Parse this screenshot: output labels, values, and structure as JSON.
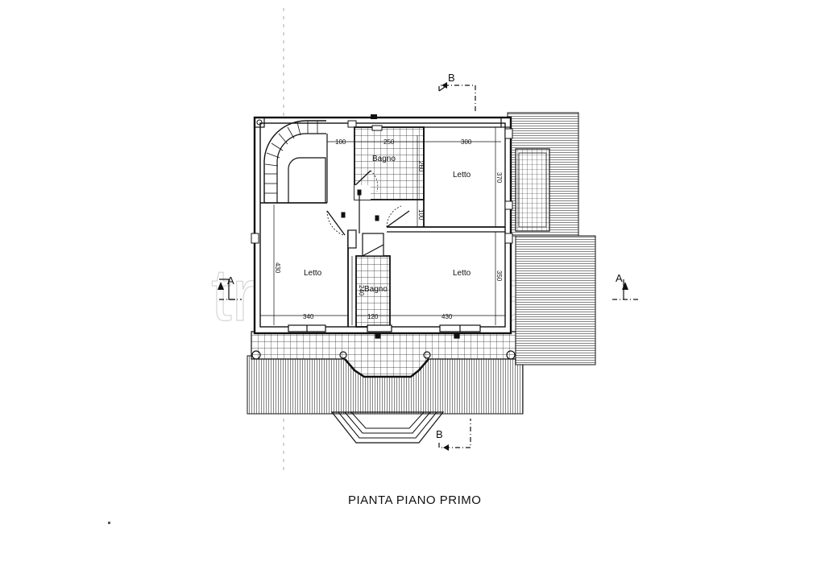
{
  "title": "PIANTA PIANO PRIMO",
  "watermark": "trovacasa",
  "rooms": {
    "bagno_top": "Bagno",
    "letto_top_right": "Letto",
    "letto_left": "Letto",
    "bagno_bottom": "Bagno",
    "letto_bottom_right": "Letto"
  },
  "dimensions": {
    "d100_left": "100",
    "d250": "250",
    "d300": "300",
    "d260": "260",
    "d370": "370",
    "d100_mid": "100",
    "d430_vert": "430",
    "d350": "350",
    "d240": "240",
    "d340": "340",
    "d120": "120",
    "d430_horiz": "430"
  },
  "sections": {
    "a_left": "A",
    "a_right": "A",
    "b_top": "B",
    "b_bottom": "B"
  },
  "colors": {
    "ink": "#111111",
    "watermark": "#d6d6d6",
    "background": "#ffffff"
  }
}
